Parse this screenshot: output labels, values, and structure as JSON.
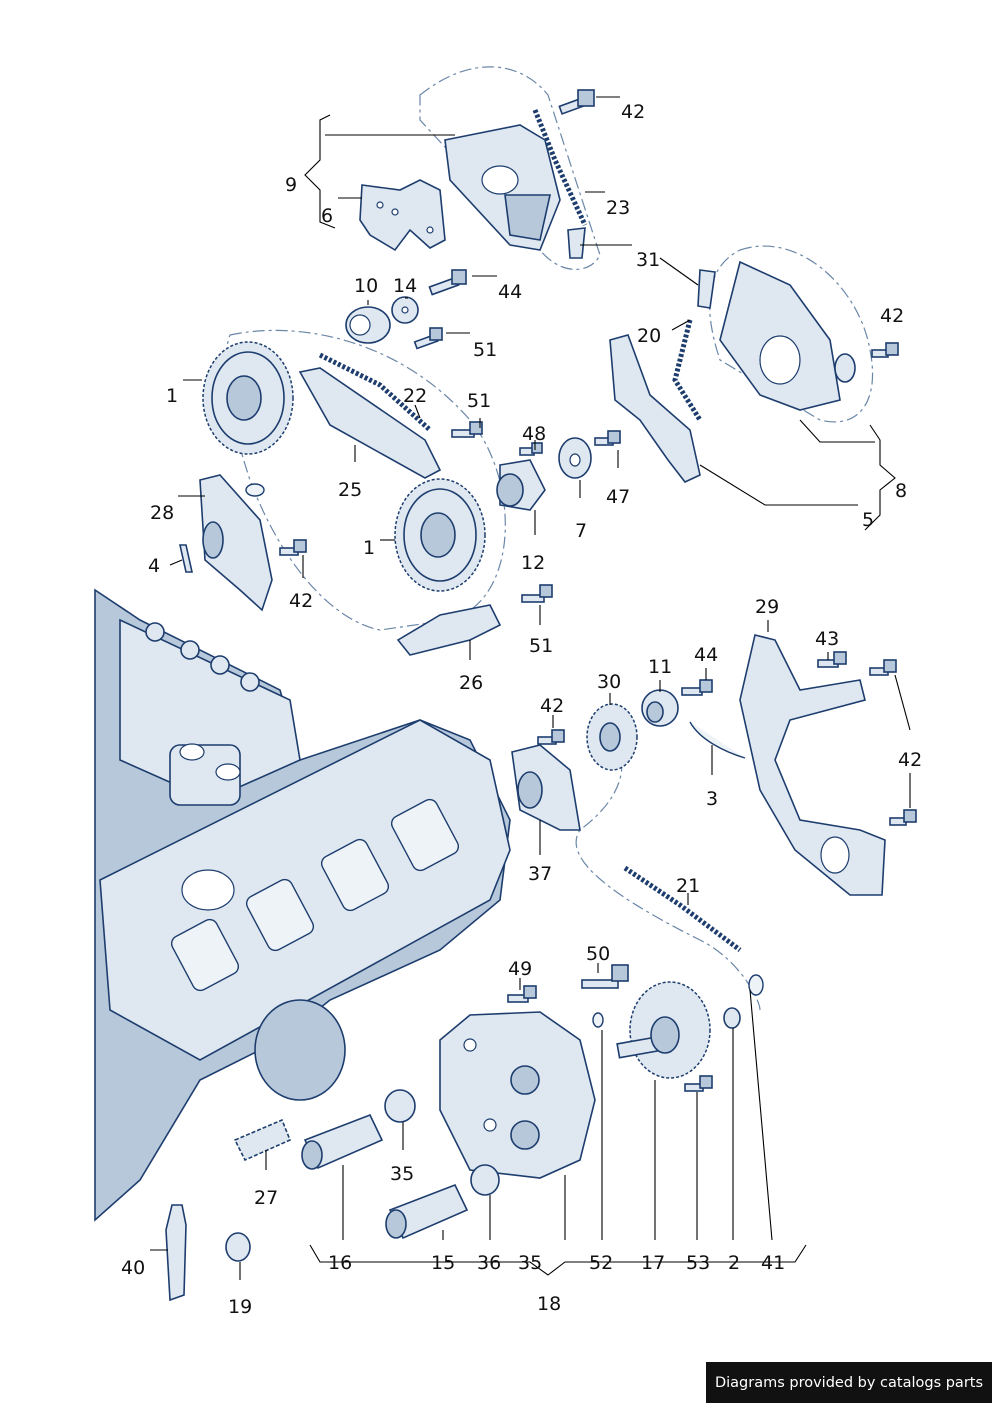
{
  "callouts": [
    "42",
    "23",
    "9",
    "6",
    "31",
    "10",
    "14",
    "44",
    "51",
    "20",
    "1",
    "22",
    "51",
    "42",
    "48",
    "25",
    "47",
    "7",
    "28",
    "1",
    "8",
    "5",
    "4",
    "42",
    "12",
    "51",
    "26",
    "29",
    "43",
    "11",
    "44",
    "30",
    "42",
    "42",
    "3",
    "37",
    "21",
    "49",
    "50",
    "35",
    "27",
    "16",
    "15",
    "36",
    "35",
    "52",
    "17",
    "53",
    "2",
    "41",
    "40",
    "19",
    "18"
  ],
  "banner": {
    "text": "Diagrams provided by catalogs parts"
  }
}
